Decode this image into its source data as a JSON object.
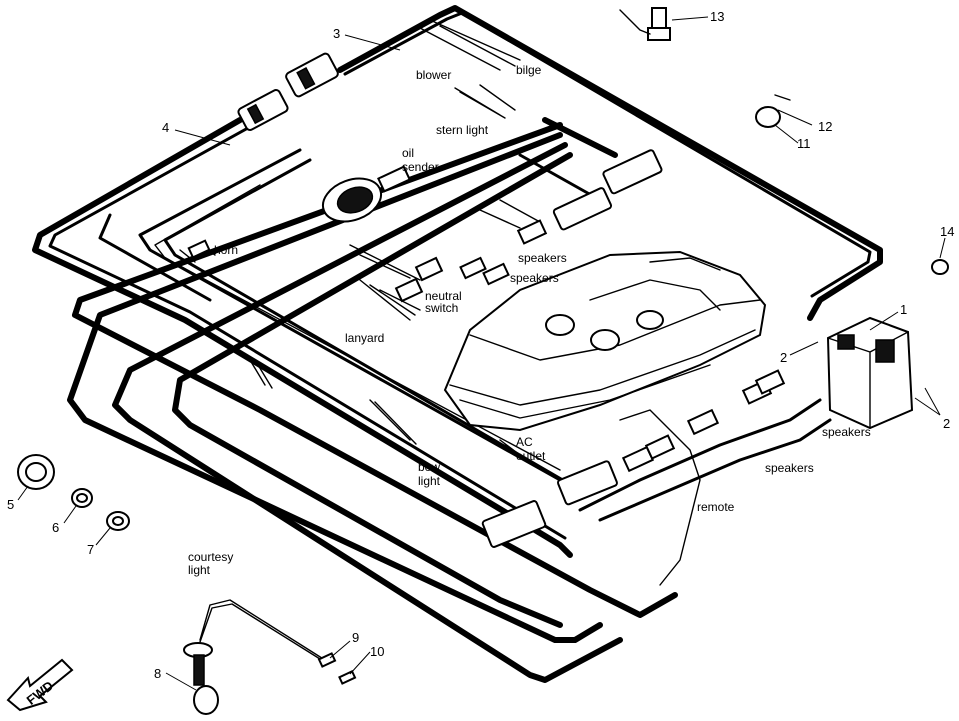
{
  "labels": {
    "blower": "blower",
    "bilge": "bilge",
    "stern_light": "stern light",
    "oil_line1": "oil",
    "oil_line2": "sender",
    "horn": "horn",
    "speakers_a": "speakers",
    "speakers_b": "speakers",
    "neutral_line1": "neutral",
    "neutral_line2": "switch",
    "lanyard": "lanyard",
    "ac_line1": "AC",
    "ac_line2": "outlet",
    "bow_line1": "bow",
    "bow_line2": "light",
    "speakers_c": "speakers",
    "speakers_d": "speakers",
    "remote": "remote",
    "courtesy_line1": "courtesy",
    "courtesy_line2": "light",
    "fwd": "FWD"
  },
  "callouts": {
    "n1": "1",
    "n2a": "2",
    "n2b": "2",
    "n3": "3",
    "n4": "4",
    "n5": "5",
    "n6": "6",
    "n7": "7",
    "n8": "8",
    "n9": "9",
    "n10": "10",
    "n11": "11",
    "n12": "12",
    "n13": "13",
    "n14": "14"
  }
}
